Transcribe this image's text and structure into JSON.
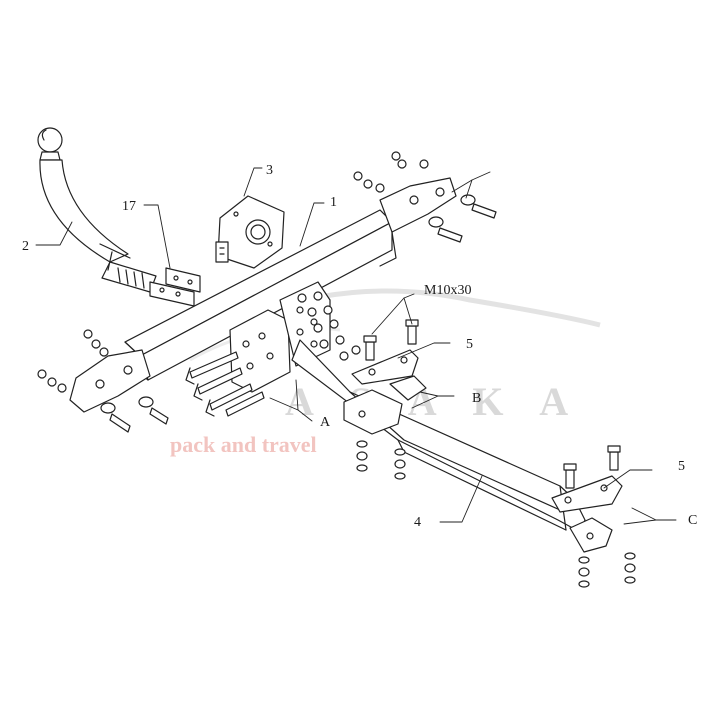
{
  "labels": {
    "p1": "1",
    "p2": "2",
    "p3": "3",
    "p4": "4",
    "p5a": "5",
    "p5b": "5",
    "p17": "17",
    "bolt": "M10x30",
    "a": "A",
    "b": "B",
    "c": "C"
  },
  "watermark": {
    "brand": "A  S  A  K  A",
    "tagline": "pack and travel"
  },
  "colors": {
    "line": "#222222",
    "watermark_gray": "#d9d9d9",
    "watermark_red": "#f2c4c0"
  }
}
